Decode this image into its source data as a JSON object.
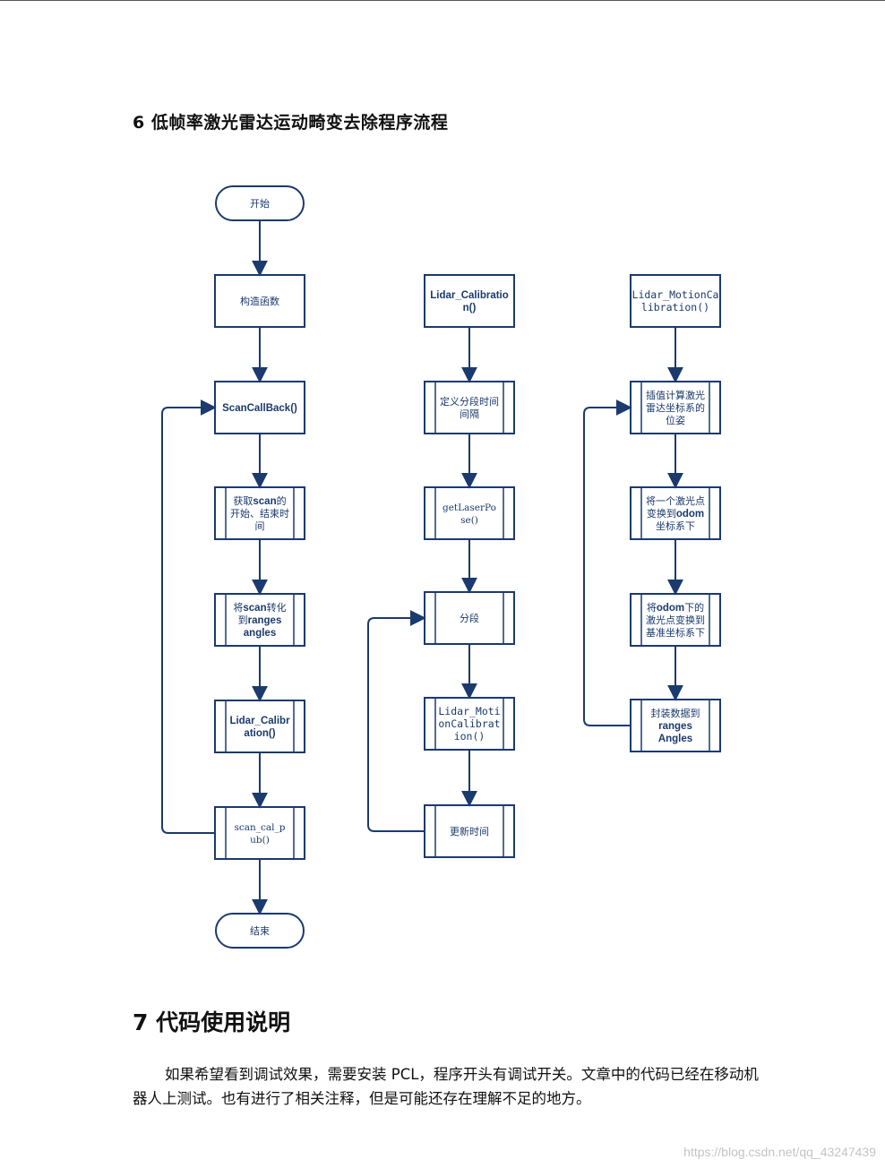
{
  "section6": {
    "title": "6 低帧率激光雷达运动畸变去除程序流程"
  },
  "flowchart": {
    "nodes": [
      {
        "id": "start",
        "lines": [
          [
            {
              "t": "开始"
            }
          ]
        ]
      },
      {
        "id": "constructor",
        "lines": [
          [
            {
              "t": "构造函数"
            }
          ]
        ]
      },
      {
        "id": "scancallback",
        "lines": [
          [
            {
              "t": "ScanCallBack()",
              "b": true
            }
          ]
        ]
      },
      {
        "id": "gettime",
        "lines": [
          [
            {
              "t": "获取"
            },
            {
              "t": "scan",
              "b": true
            },
            {
              "t": "的"
            }
          ],
          [
            {
              "t": "开始、结束时"
            }
          ],
          [
            {
              "t": "间"
            }
          ]
        ]
      },
      {
        "id": "convert",
        "lines": [
          [
            {
              "t": "将"
            },
            {
              "t": "scan",
              "b": true
            },
            {
              "t": "转化"
            }
          ],
          [
            {
              "t": "到"
            },
            {
              "t": "ranges",
              "b": true
            }
          ],
          [
            {
              "t": "angles",
              "b": true
            }
          ]
        ]
      },
      {
        "id": "lidarcalib1",
        "lines": [
          [
            {
              "t": "Lidar_Calibr",
              "b": true
            }
          ],
          [
            {
              "t": "ation()",
              "b": true
            }
          ]
        ]
      },
      {
        "id": "scancalpub",
        "lines": [
          [
            {
              "t": "scan_cal_p",
              "s": true
            }
          ],
          [
            {
              "t": "ub()",
              "s": true
            }
          ]
        ]
      },
      {
        "id": "end",
        "lines": [
          [
            {
              "t": "结束"
            }
          ]
        ]
      },
      {
        "id": "lidarcalib2",
        "lines": [
          [
            {
              "t": "Lidar_Calibratio",
              "b": true
            }
          ],
          [
            {
              "t": "n()",
              "b": true
            }
          ]
        ]
      },
      {
        "id": "interval",
        "lines": [
          [
            {
              "t": "定义分段时间"
            }
          ],
          [
            {
              "t": "间隔"
            }
          ]
        ]
      },
      {
        "id": "getlaserpose",
        "lines": [
          [
            {
              "t": "getLaserPo",
              "s": true
            }
          ],
          [
            {
              "t": "se()",
              "s": true
            }
          ]
        ]
      },
      {
        "id": "segment",
        "lines": [
          [
            {
              "t": "分段"
            }
          ]
        ]
      },
      {
        "id": "motioncalib1",
        "lines": [
          [
            {
              "t": "Lidar_Moti",
              "m": true
            }
          ],
          [
            {
              "t": "onCalibrat",
              "m": true
            }
          ],
          [
            {
              "t": "ion()",
              "m": true
            }
          ]
        ]
      },
      {
        "id": "updatetime",
        "lines": [
          [
            {
              "t": "更新时间"
            }
          ]
        ]
      },
      {
        "id": "motioncalib2",
        "lines": [
          [
            {
              "t": "Lidar_MotionCa",
              "m": true
            }
          ],
          [
            {
              "t": "libration()",
              "m": true
            }
          ]
        ]
      },
      {
        "id": "interp",
        "lines": [
          [
            {
              "t": "插值计算激光"
            }
          ],
          [
            {
              "t": "雷达坐标系的"
            }
          ],
          [
            {
              "t": "位姿"
            }
          ]
        ]
      },
      {
        "id": "toodom",
        "lines": [
          [
            {
              "t": "将一个激光点"
            }
          ],
          [
            {
              "t": "变换到"
            },
            {
              "t": "odom",
              "b": true
            }
          ],
          [
            {
              "t": "坐标系下"
            }
          ]
        ]
      },
      {
        "id": "tobase",
        "lines": [
          [
            {
              "t": "将"
            },
            {
              "t": "odom",
              "b": true
            },
            {
              "t": "下的"
            }
          ],
          [
            {
              "t": "激光点变换到"
            }
          ],
          [
            {
              "t": "基准坐标系下"
            }
          ]
        ]
      },
      {
        "id": "pack",
        "lines": [
          [
            {
              "t": "封装数据到"
            }
          ],
          [
            {
              "t": "ranges",
              "b": true
            }
          ],
          [
            {
              "t": "Angles",
              "b": true
            }
          ]
        ]
      }
    ]
  },
  "section7": {
    "title": "7 代码使用说明",
    "paragraph": "如果希望看到调试效果，需要安装 PCL，程序开头有调试开关。文章中的代码已经在移动机器人上测试。也有进行了相关注释，但是可能还存在理解不足的地方。"
  },
  "watermark": "https://blog.csdn.net/qq_43247439",
  "colors": {
    "stroke": "#1b3a6d",
    "text": "#1b3a6d"
  }
}
